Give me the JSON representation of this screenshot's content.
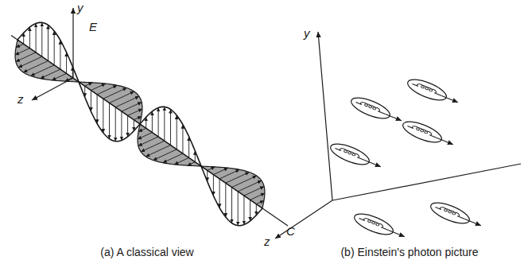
{
  "diagram": {
    "labels": [
      "y",
      "E",
      "z",
      "C",
      "(a) A classical view",
      "y",
      "z",
      "(b) Einstein's photon picture"
    ]
  }
}
